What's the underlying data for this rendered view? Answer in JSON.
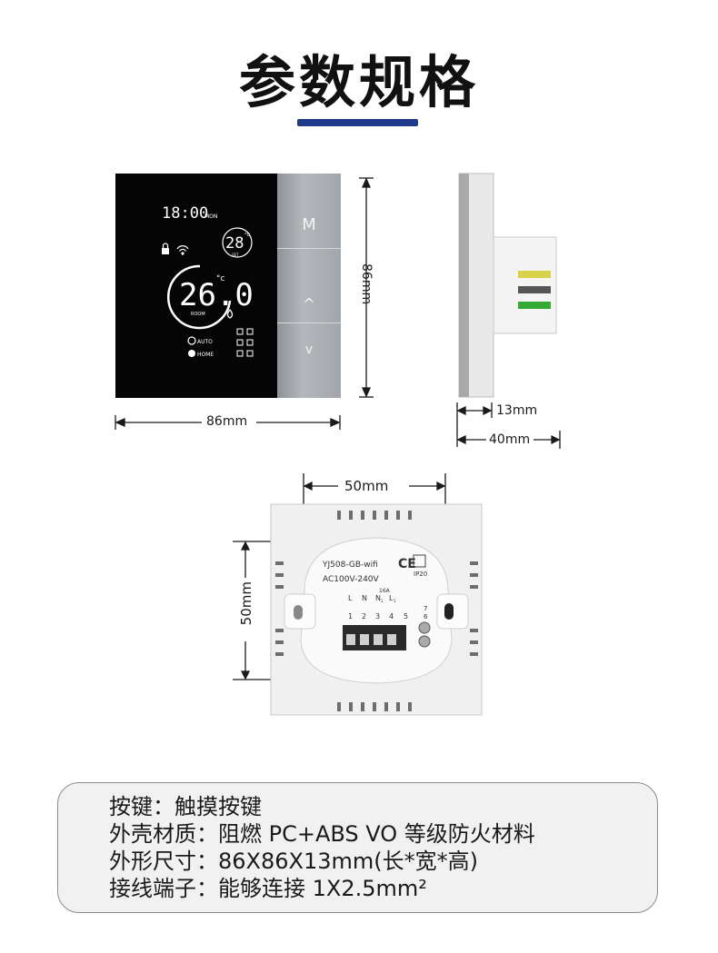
{
  "heading": {
    "title": "参数规格"
  },
  "front_view": {
    "time": "18:00",
    "weekday": "MON",
    "set_temp": "28",
    "set_unit": "°C",
    "set_label": "SET",
    "room_temp": "26.0",
    "room_unit": "°c",
    "room_label": "ROOM",
    "auto_label": "AUTO",
    "home_label": "HOME",
    "keys": {
      "mode": "M",
      "up": "^",
      "down": "v"
    },
    "height_label": "86mm",
    "width_label": "86mm"
  },
  "side_view": {
    "thickness_label": "13mm",
    "depth_label": "40mm"
  },
  "back_view": {
    "width_label": "50mm",
    "height_label": "50mm",
    "model": "YJ508-GB-wifi",
    "voltage": "AC100V-240V",
    "ce_mark": "CE",
    "ip_rating": "IP20",
    "current": "16A",
    "terminal_letters": [
      "L",
      "N",
      "N",
      "L"
    ],
    "terminal_subs": [
      "",
      "",
      "1",
      "1"
    ],
    "terminal_numbers": [
      "1",
      "2",
      "3",
      "4",
      "5"
    ],
    "side_numbers": [
      "7",
      "6"
    ]
  },
  "specs": [
    "按键：触摸按键",
    "外壳材质：阻燃 PC+ABS VO 等级防火材料",
    "外形尺寸：86X86X13mm(长*宽*高)",
    "接线端子：能够连接 1X2.5mm²"
  ]
}
